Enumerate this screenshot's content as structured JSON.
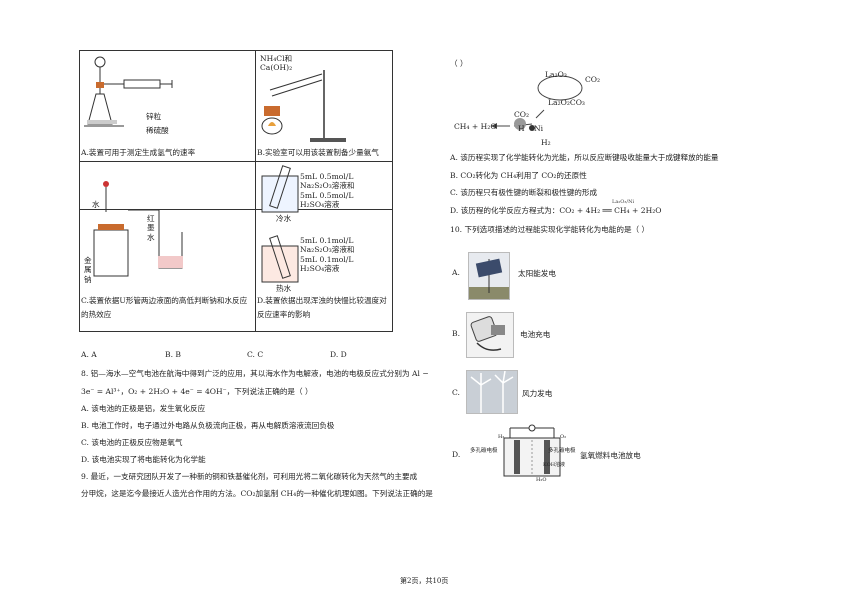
{
  "table": {
    "cell_a": "A.装置可用于测定生成氢气的速率",
    "cell_b": "B.实验室可以用该装置制备少量氨气",
    "cell_c": "C.装置依据U形管两边液面的高低判断钠和水反应的热效应",
    "cell_d": "D.装置依据出现浑浊的快慢比较温度对反应速率的影响",
    "a_labels": {
      "zinc": "锌粒",
      "acid": "稀硫酸"
    },
    "b_labels": {
      "reagent": "NH₄Cl和Ca(OH)₂"
    },
    "c_labels": {
      "water": "水",
      "sodium": "金属钠",
      "ink": "红墨水"
    },
    "d_labels": {
      "sol1": "5mL 0.5mol/L Na₂S₂O₃溶液和5mL 0.5mol/L H₂SO₄溶液",
      "cold": "冷水",
      "sol2": "5mL 0.1mol/L Na₂S₂O₃溶液和5mL 0.1mol/L H₂SO₄溶液",
      "hot": "热水"
    }
  },
  "q7_options": [
    "A. A",
    "B. B",
    "C. C",
    "D. D"
  ],
  "q8": {
    "stem_line1": "8.   铝—海水—空气电池在航海中得到广泛的应用，其以海水作为电解液，电池的电极反应式分别为 Al −",
    "stem_line2": "3e⁻ = Al³⁺，O₂ + 2H₂O + 4e⁻ = 4OH⁻，下列说法正确的是（    ）",
    "options": [
      "A.  该电池的正极是铝，发生氧化反应",
      "B.  电池工作时，电子通过外电路从负极流向正极，再从电解质溶液流回负极",
      "C.  该电池的正极反应物是氧气",
      "D.  该电池实现了将电能转化为化学能"
    ]
  },
  "q9": {
    "stem_line1": "9.   最近，一支研究团队开发了一种新的铜和铁基催化剂，可利用光将二氧化碳转化为天然气的主要成",
    "stem_line2": "分甲烷，这是迄今最接近人造光合作用的方法。CO₂加氢制 CH₄的一种催化机理如图。下列说法正确的是",
    "paren": "（    ）",
    "diagram": {
      "la2o3": "La₂O₃",
      "co2_top": "CO₂",
      "la2o2co3": "La₂O₂CO₃",
      "co2_mid": "CO₂",
      "reactants": "CH₄ + H₂O",
      "h": "H",
      "ni": "Ni",
      "h2": "H₂"
    },
    "options": [
      "A.  该历程实现了化学能转化为光能，所以反应断键吸收能量大于成键释放的能量",
      "B.  CO₂转化为 CH₄利用了 CO₂的还原性",
      "C.  该历程只有极性键的断裂和极性键的形成",
      "D.  该历程的化学反应方程式为：CO₂ + 4H₂ ══ CH₄ + 2H₂O"
    ],
    "catalyst": "La₂O₃/Ni"
  },
  "q10": {
    "stem": "10.   下列选项描述的过程能实现化学能转化为电能的是（    ）",
    "options": [
      {
        "letter": "A.",
        "label": "太阳能发电"
      },
      {
        "letter": "B.",
        "label": "电池充电"
      },
      {
        "letter": "C.",
        "label": "风力发电"
      },
      {
        "letter": "D.",
        "label": "氢氧燃料电池放电"
      }
    ],
    "fuel_cell_labels": {
      "h2": "H₂",
      "o2": "O₂",
      "left": "多孔碳电极",
      "right": "多孔碳电极",
      "koh": "KOH溶液",
      "h2o": "H₂O"
    }
  },
  "footer": "第2页，共10页"
}
